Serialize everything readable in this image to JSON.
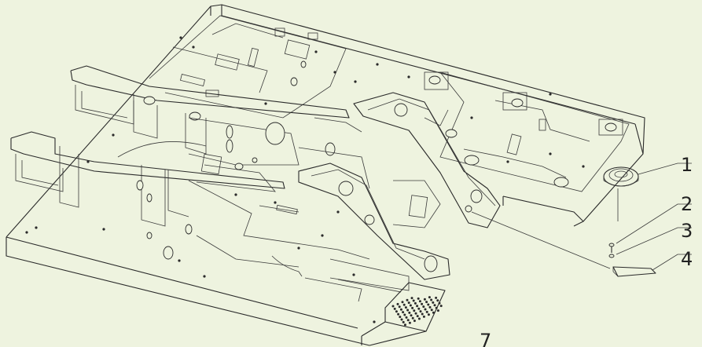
{
  "callouts": [
    {
      "id": "1",
      "label": "1"
    },
    {
      "id": "2",
      "label": "2"
    },
    {
      "id": "3",
      "label": "3"
    },
    {
      "id": "4",
      "label": "4"
    },
    {
      "id": "7",
      "label": "7"
    }
  ],
  "colors": {
    "background": "#eef3df",
    "line": "#2a2a2a"
  }
}
